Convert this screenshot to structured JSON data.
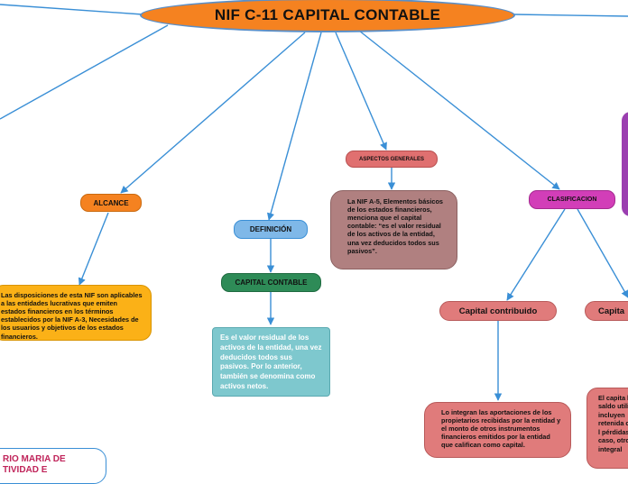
{
  "title": "NIF  C-11 CAPITAL CONTABLE",
  "nodes": {
    "alcance": "ALCANCE",
    "alcance_text": "Las disposiciones de esta NIF son aplicables a las entidades lucrativas que emiten estados financieros en los términos establecidos por la NIF A-3, Necesidades de los usuarios y objetivos de los estados financieros.",
    "definicion": "DEFINICIÓN",
    "capital_contable": "CAPITAL CONTABLE",
    "definicion_text": "Es el valor residual de los activos de la entidad, una vez deducidos todos sus pasivos. Por lo anterior, también se denomina como activos netos.",
    "aspectos": "ASPECTOS GENERALES",
    "aspectos_text": "La NIF A-5, Elementos básicos de los estados financieros, menciona que el capital contable: “es el valor residual de los activos de la entidad, una vez deducidos todos sus pasivos”.",
    "clasificacion": "CLASIFICACION",
    "capital_contribuido": "Capital contribuido",
    "capital_contribuido_text": "Lo integran las aportaciones de los propietarios recibidas por la entidad y el monto de otros instrumentos financieros emitidos por la entidad que califican como capital.",
    "capital_ganado": "Capita",
    "capital_ganado_text": "El capita los saldo utilidade incluyen retenida capital, l pérdidas su caso, otros res integral",
    "corner_text": "RIO MARIA DE\nTIVIDAD E"
  },
  "colors": {
    "central": "#f58220",
    "alcance": "#f58220",
    "alcance_box": "#fbb117",
    "definicion": "#7fb8e8",
    "capital_contable": "#2e8b57",
    "definicion_box": "#7ec8ce",
    "aspectos": "#e07070",
    "aspectos_box": "#b08080",
    "clasificacion": "#d23eb8",
    "contribuido": "#e07b7b",
    "contribuido_box": "#e07b7b",
    "lines": "#3a8fd6",
    "right_purple": "#9b3fb0"
  }
}
